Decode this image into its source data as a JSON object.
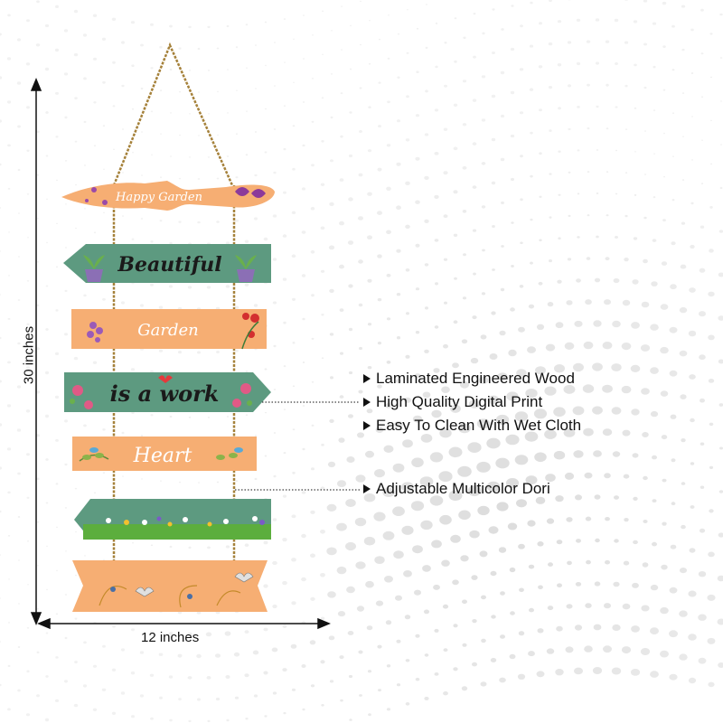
{
  "image": {
    "type": "product-photo",
    "subject": "wall-hanging-garden-sign"
  },
  "dimensions": {
    "height_label": "30 inches",
    "width_label": "12 inches"
  },
  "signboards": [
    {
      "text": "Happy Garden",
      "color": "#f6ae73"
    },
    {
      "text": "Beautiful",
      "color": "#5d9a80"
    },
    {
      "text": "Garden",
      "color": "#f6ae73"
    },
    {
      "text": "is a work",
      "color": "#5d9a80"
    },
    {
      "text": "Heart",
      "color": "#f6ae73"
    },
    {
      "text": "",
      "color": "#5d9a80"
    },
    {
      "text": "",
      "color": "#f6ae73"
    }
  ],
  "features": [
    {
      "label": "Laminated Engineered Wood"
    },
    {
      "label": "High Quality Digital Print"
    },
    {
      "label": "Easy To Clean With Wet Cloth"
    }
  ],
  "dori_callout": {
    "label": "Adjustable Multicolor Dori"
  },
  "colors": {
    "orange_board": "#f6ae73",
    "green_board": "#5d9a80",
    "rope": "#b08a3a",
    "background_dots": "#d9d9d9"
  }
}
